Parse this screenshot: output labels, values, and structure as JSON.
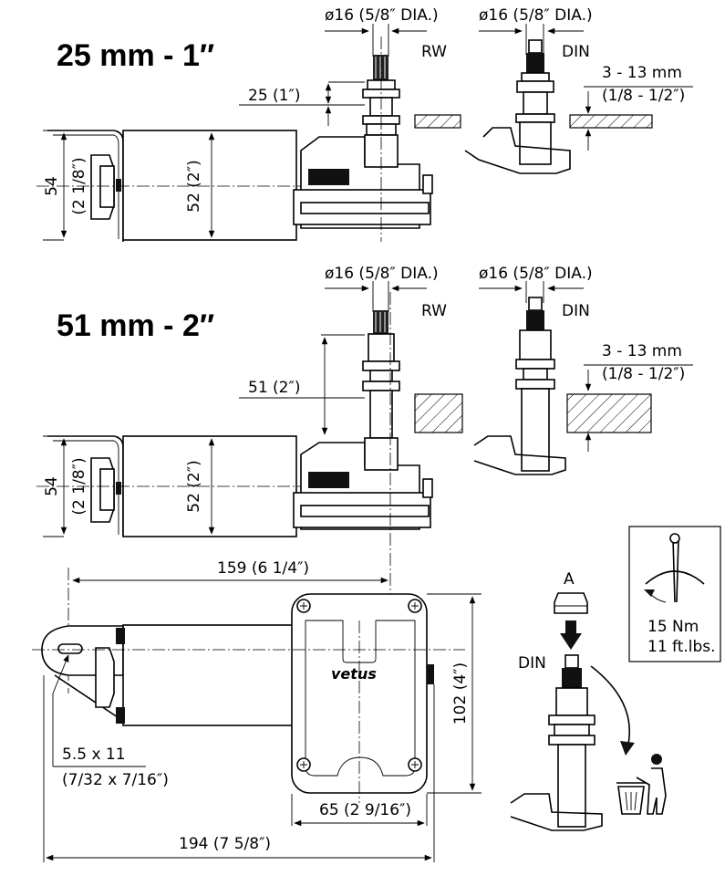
{
  "sections": {
    "top": {
      "title": "25 mm - 1″",
      "dia_rw": "ø16 (5/8″ DIA.)",
      "dia_din": "ø16 (5/8″ DIA.)",
      "rw": "RW",
      "din": "DIN",
      "shaft": "25 (1″)",
      "thickness": "3 - 13 mm",
      "thickness_in": "(1/8 - 1/2″)",
      "h_outer": "54",
      "h_outer_in": "(2 1/8″)",
      "h_inner": "52 (2″)"
    },
    "middle": {
      "title": "51 mm - 2″",
      "dia_rw": "ø16 (5/8″ DIA.)",
      "dia_din": "ø16 (5/8″ DIA.)",
      "rw": "RW",
      "din": "DIN",
      "shaft": "51 (2″)",
      "thickness": "3 - 13 mm",
      "thickness_in": "(1/8 - 1/2″)",
      "h_outer": "54",
      "h_outer_in": "(2 1/8″)",
      "h_inner": "52 (2″)"
    },
    "bottom": {
      "len_159": "159 (6 1/4″)",
      "hole": "5.5 x 11",
      "hole_in": "(7/32 x 7/16″)",
      "height_102": "102 (4″)",
      "len_65": "65 (2 9/16″)",
      "len_194": "194 (7 5/8″)",
      "brand": "vetus"
    },
    "install": {
      "cap": "A",
      "din": "DIN",
      "torque_nm": "15 Nm",
      "torque_ft": "11 ft.lbs."
    }
  },
  "icons": [
    "wrench-torque-icon",
    "recycle-bin-icon",
    "arrow-down-icon",
    "curved-arrow-icon"
  ]
}
